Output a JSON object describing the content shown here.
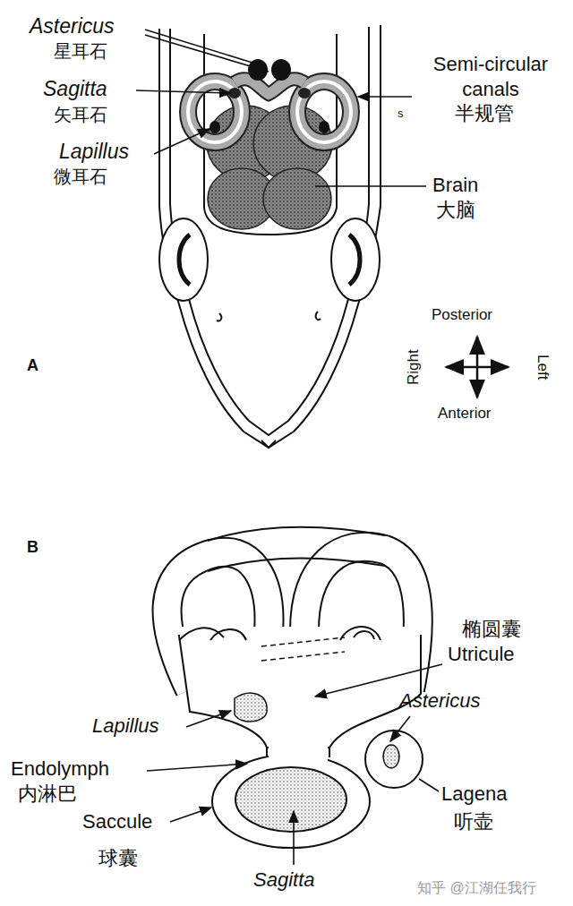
{
  "diagram": {
    "labels": [
      "Astericus",
      "星耳石",
      "Sagitta",
      "矢耳石",
      "Lapillus",
      "微耳石",
      "Semi-circular canals",
      "半规管",
      "s",
      "Brain",
      "大脑",
      "A",
      "Posterior",
      "Right",
      "Left",
      "Anterior",
      "B",
      "椭圆囊",
      "Utricule",
      "Lapillus",
      "Astericus",
      "Endolymph",
      "内淋巴",
      "Saccule",
      "球囊",
      "Lagena",
      "听壶",
      "Sagitta",
      "知乎 @江湖任我行"
    ]
  }
}
